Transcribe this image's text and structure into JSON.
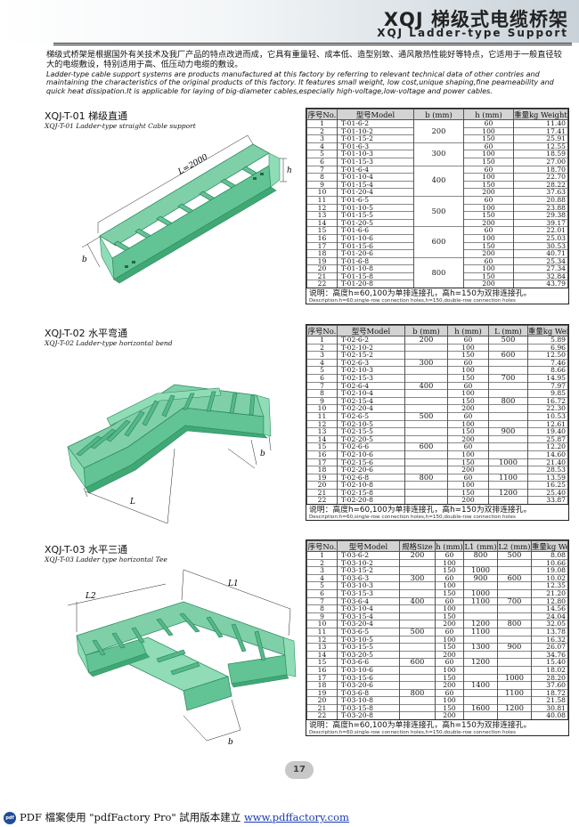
{
  "header": {
    "title_cn": "XQJ 梯级式电缆桥架",
    "title_en": "XQJ  Ladder-type  Support"
  },
  "intro": {
    "cn": "梯级式桥架是根据国外有关技术及我厂产品的特点改进而成，它具有重量轻、成本低、造型别致、通风散热性能好等特点，它适用于一般直径较大的电缆敷设，特别适用于高、低压动力电缆的敷设。",
    "en": "Ladder-type cable support systems are products manufactured at this factory by referring to relevant technical data of other contries and maintaining the characteristics of the original products of this factory. It features small weight, low cost,unique shaping,fine peameability and quick heat dissipation.It is applicable for laying of big-diameter cables,especially high-voltage,low-voltage and power cables."
  },
  "sections": [
    {
      "title": "XQJ-T-01 梯级直通",
      "subtitle": "XQJ-T-01 Ladder-type straight Cable support",
      "dims": {
        "length": "L=2000",
        "h": "h",
        "b": "b"
      },
      "columns": [
        "序号No.",
        "型号Model",
        "b (mm)",
        "h (mm)",
        "重量kg Weight"
      ],
      "groups": [
        {
          "b": "200",
          "rows": [
            [
              "1",
              "T-01-6-2",
              "60",
              "11.40"
            ],
            [
              "2",
              "T-01-10-2",
              "100",
              "17.41"
            ],
            [
              "3",
              "T-01-15-2",
              "150",
              "25.91"
            ]
          ]
        },
        {
          "b": "300",
          "rows": [
            [
              "4",
              "T-01-6-3",
              "60",
              "12.55"
            ],
            [
              "5",
              "T-01-10-3",
              "100",
              "18.59"
            ],
            [
              "6",
              "T-01-15-3",
              "150",
              "27.00"
            ]
          ]
        },
        {
          "b": "400",
          "rows": [
            [
              "7",
              "T-01-6-4",
              "60",
              "18.70"
            ],
            [
              "8",
              "T-01-10-4",
              "100",
              "22.70"
            ],
            [
              "9",
              "T-01-15-4",
              "150",
              "28.22"
            ],
            [
              "10",
              "T-01-20-4",
              "200",
              "37.63"
            ]
          ]
        },
        {
          "b": "500",
          "rows": [
            [
              "11",
              "T-01-6-5",
              "60",
              "20.88"
            ],
            [
              "12",
              "T-01-10-5",
              "100",
              "23.88"
            ],
            [
              "13",
              "T-01-15-5",
              "150",
              "29.38"
            ],
            [
              "14",
              "T-01-20-5",
              "200",
              "39.17"
            ]
          ]
        },
        {
          "b": "600",
          "rows": [
            [
              "15",
              "T-01-6-6",
              "60",
              "22.01"
            ],
            [
              "16",
              "T-01-10-6",
              "100",
              "25.03"
            ],
            [
              "17",
              "T-01-15-6",
              "150",
              "30.53"
            ],
            [
              "18",
              "T-01-20-6",
              "200",
              "40.71"
            ]
          ]
        },
        {
          "b": "800",
          "rows": [
            [
              "19",
              "T-01-6-8",
              "60",
              "25.34"
            ],
            [
              "20",
              "T-01-10-8",
              "100",
              "27.34"
            ],
            [
              "21",
              "T-01-15-8",
              "150",
              "32.84"
            ],
            [
              "22",
              "T-01-20-8",
              "200",
              "43.79"
            ]
          ]
        }
      ],
      "note_cn": "说明：高度h=60,100为单排连接孔，高h=150为双排连接孔。",
      "note_en": "Description:h=60,single-row connection holes,h=150,double-row connection holes"
    },
    {
      "title": "XQJ-T-02 水平弯通",
      "subtitle": "XQJ-T-02 Ladder-type horizontal bend",
      "dims": {
        "length": "L",
        "b": "b"
      },
      "columns": [
        "序号No.",
        "型号Model",
        "b (mm)",
        "h (mm)",
        "L (mm)",
        "重量kg Weight"
      ],
      "rows": [
        [
          "1",
          "T-02-6-2",
          "200",
          "60",
          "500",
          "5.89"
        ],
        [
          "2",
          "T-02-10-2",
          "",
          "100",
          "",
          "6.96"
        ],
        [
          "3",
          "T-02-15-2",
          "",
          "150",
          "600",
          "12.50"
        ],
        [
          "4",
          "T-02-6-3",
          "300",
          "60",
          "",
          "7.46"
        ],
        [
          "5",
          "T-02-10-3",
          "",
          "100",
          "",
          "8.66"
        ],
        [
          "6",
          "T-02-15-3",
          "",
          "150",
          "700",
          "14.95"
        ],
        [
          "7",
          "T-02-6-4",
          "400",
          "60",
          "",
          "7.97"
        ],
        [
          "8",
          "T-02-10-4",
          "",
          "100",
          "",
          "9.85"
        ],
        [
          "9",
          "T-02-15-4",
          "",
          "150",
          "800",
          "16.72"
        ],
        [
          "10",
          "T-02-20-4",
          "",
          "200",
          "",
          "22.30"
        ],
        [
          "11",
          "T-02-6-5",
          "500",
          "60",
          "",
          "10.53"
        ],
        [
          "12",
          "T-02-10-5",
          "",
          "100",
          "",
          "12.61"
        ],
        [
          "13",
          "T-02-15-5",
          "",
          "150",
          "900",
          "19.40"
        ],
        [
          "14",
          "T-02-20-5",
          "",
          "200",
          "",
          "25.87"
        ],
        [
          "15",
          "T-02-6-6",
          "600",
          "60",
          "",
          "12.20"
        ],
        [
          "16",
          "T-02-10-6",
          "",
          "100",
          "",
          "14.60"
        ],
        [
          "17",
          "T-02-15-6",
          "",
          "150",
          "1000",
          "21.40"
        ],
        [
          "18",
          "T-02-20-6",
          "",
          "200",
          "",
          "28.53"
        ],
        [
          "19",
          "T-02-6-8",
          "800",
          "60",
          "1100",
          "13.59"
        ],
        [
          "20",
          "T-02-10-8",
          "",
          "100",
          "",
          "16.25"
        ],
        [
          "21",
          "T-02-15-8",
          "",
          "150",
          "1200",
          "25.40"
        ],
        [
          "22",
          "T-02-20-8",
          "",
          "200",
          "",
          "33.87"
        ]
      ],
      "note_cn": "说明：高度h=60,100为单排连接孔，高h=150为双排连接孔。",
      "note_en": "Description:h=60,single-row connection holes,h=150,double-row connection holes"
    },
    {
      "title": "XQJ-T-03 水平三通",
      "subtitle": "XQJ-T-03  Ladder type horizontal Tee",
      "dims": {
        "l1": "L1",
        "l2": "L2",
        "b": "b"
      },
      "columns": [
        "序号No.",
        "型号Model",
        "规格Size",
        "h (mm)",
        "L1 (mm)",
        "L2 (mm)",
        "重量kg Weight"
      ],
      "rows": [
        [
          "1",
          "T-03-6-2",
          "200",
          "60",
          "800",
          "500",
          "8.08"
        ],
        [
          "2",
          "T-03-10-2",
          "",
          "100",
          "",
          "",
          "10.66"
        ],
        [
          "3",
          "T-03-15-2",
          "",
          "150",
          "1000",
          "",
          "19.08"
        ],
        [
          "4",
          "T-03-6-3",
          "300",
          "60",
          "900",
          "600",
          "10.02"
        ],
        [
          "5",
          "T-03-10-3",
          "",
          "100",
          "",
          "",
          "12.35"
        ],
        [
          "6",
          "T-03-15-3",
          "",
          "150",
          "1000",
          "",
          "21.20"
        ],
        [
          "7",
          "T-03-6-4",
          "400",
          "60",
          "1100",
          "700",
          "12.80"
        ],
        [
          "8",
          "T-03-10-4",
          "",
          "100",
          "",
          "",
          "14.56"
        ],
        [
          "9",
          "T-03-15-4",
          "",
          "150",
          "",
          "",
          "24.04"
        ],
        [
          "10",
          "T-03-20-4",
          "",
          "200",
          "1200",
          "800",
          "32.05"
        ],
        [
          "11",
          "T-03-6-5",
          "500",
          "60",
          "1100",
          "",
          "13.78"
        ],
        [
          "12",
          "T-03-10-5",
          "",
          "100",
          "",
          "",
          "16.32"
        ],
        [
          "13",
          "T-03-15-5",
          "",
          "150",
          "1300",
          "900",
          "26.07"
        ],
        [
          "14",
          "T-03-20-5",
          "",
          "200",
          "",
          "",
          "34.76"
        ],
        [
          "15",
          "T-03-6-6",
          "600",
          "60",
          "1200",
          "",
          "15.40"
        ],
        [
          "16",
          "T-03-10-6",
          "",
          "100",
          "",
          "",
          "18.02"
        ],
        [
          "17",
          "T-03-15-6",
          "",
          "150",
          "",
          "1000",
          "28.20"
        ],
        [
          "18",
          "T-03-20-6",
          "",
          "200",
          "1400",
          "",
          "37.60"
        ],
        [
          "19",
          "T-03-6-8",
          "800",
          "60",
          "",
          "1100",
          "18.72"
        ],
        [
          "20",
          "T-03-10-8",
          "",
          "100",
          "",
          "",
          "21.58"
        ],
        [
          "21",
          "T-03-15-8",
          "",
          "150",
          "1600",
          "1200",
          "30.81"
        ],
        [
          "22",
          "T-03-20-8",
          "",
          "200",
          "",
          "",
          "40.08"
        ]
      ],
      "note_cn": "说明：高度h=60,100为单排连接孔，高h=150为双排连接孔。",
      "note_en": "Description:h=60,single-row connection holes,h=150,double-row connection holes"
    }
  ],
  "page_number": "17",
  "footer": {
    "icon_text": "pdf",
    "text": "PDF 檔案使用 \"pdfFactory Pro\" 試用版本建立 ",
    "link": "www.pdffactory.com"
  },
  "colors": {
    "tray_green": "#62c394",
    "tray_dark": "#2f8c62",
    "header_gray": "#d3d3d3"
  }
}
